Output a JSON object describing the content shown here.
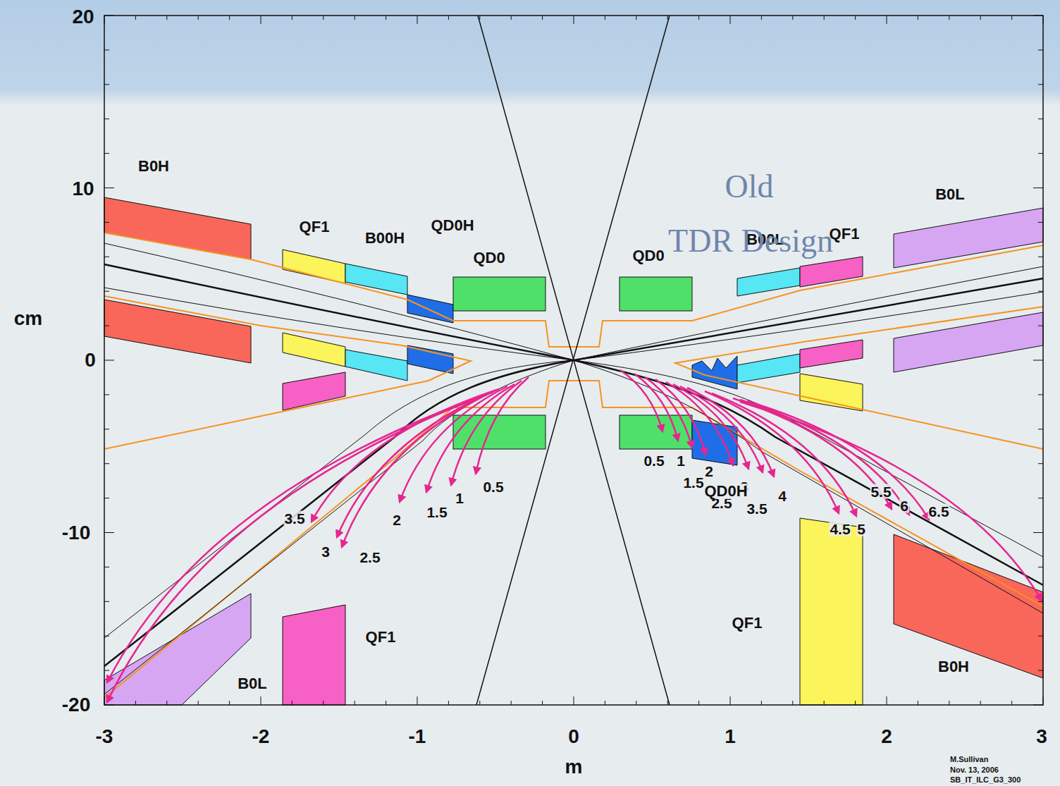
{
  "diagram": {
    "labels": [
      "20",
      "10",
      "0",
      "-10",
      "-20",
      "-3",
      "-2",
      "-1",
      "0",
      "1",
      "2",
      "3",
      "cm",
      "m",
      "B0H",
      "QF1",
      "B00H",
      "QD0H",
      "QD0",
      "QD0",
      "B00L",
      "QF1",
      "B0L",
      "Old",
      "TDR Design",
      "0.5",
      "1",
      "1.5",
      "2",
      "2.5",
      "3",
      "3.5",
      "0.5",
      "1",
      "1.5",
      "2",
      "2.5",
      "3",
      "3.5",
      "4",
      "4.5",
      "5",
      "5.5",
      "6",
      "6.5",
      "QD0H",
      "QF1",
      "B0L",
      "QF1",
      "B0H",
      "M.Sullivan",
      "Nov. 13, 2006",
      "SB_IT_ILC_G3_300"
    ]
  }
}
